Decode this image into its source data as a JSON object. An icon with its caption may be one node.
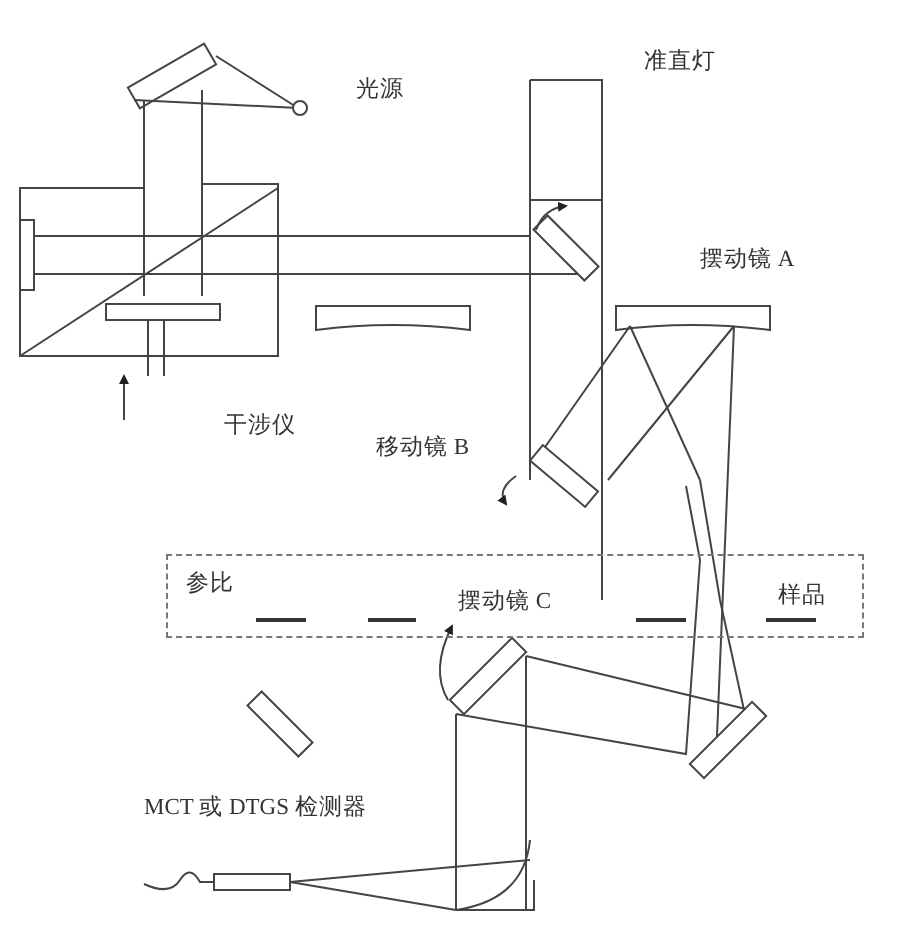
{
  "diagram": {
    "nodes": [
      {
        "text": [
          "参比",
          "摆动镜 C",
          "样品"
        ]
      }
    ],
    "labels": [
      "准直灯",
      "光源",
      "摆动镜 A",
      "干涉仪",
      "移动镜 B",
      "MCT 或 DTGS 检测器"
    ]
  }
}
